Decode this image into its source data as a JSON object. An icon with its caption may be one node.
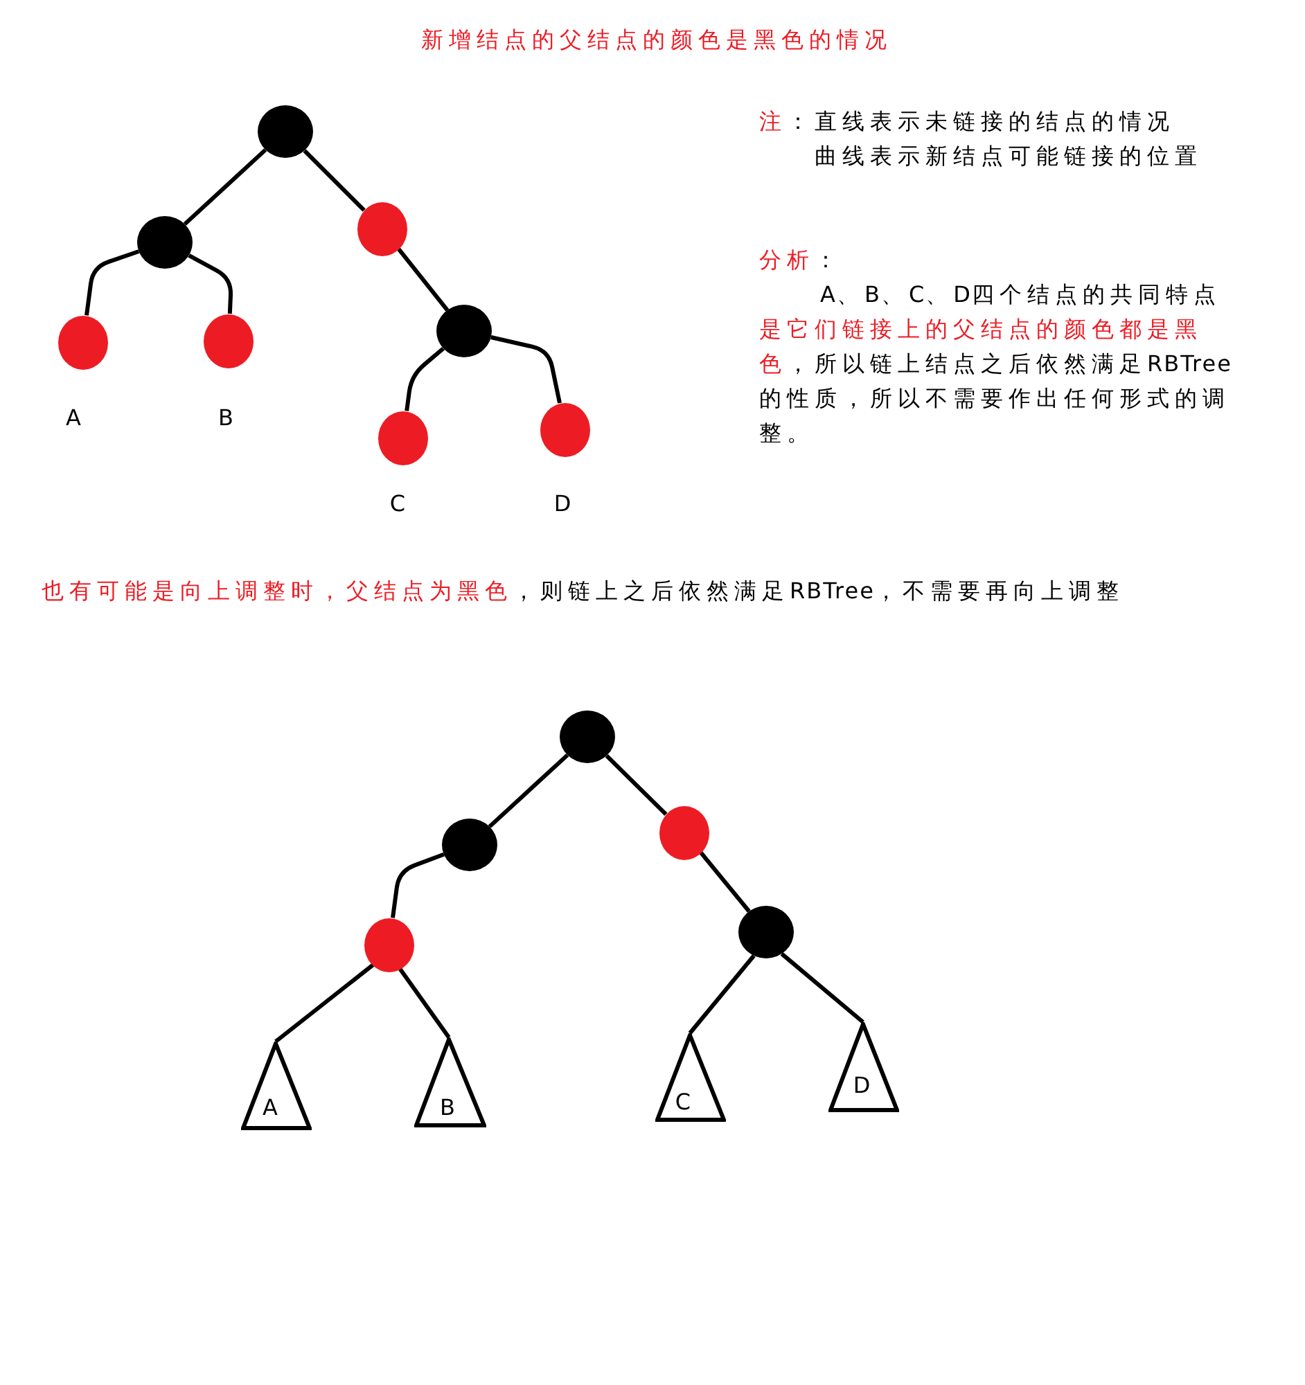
{
  "diagram": {
    "title": "新增结点的父结点的颜色是黑色的情况",
    "nodes": [
      {
        "text": [],
        "shape": "circle"
      },
      {
        "text": [],
        "shape": "circle"
      },
      {
        "text": [],
        "shape": "circle"
      },
      {
        "text": [],
        "shape": "circle",
        "beside": [
          "A"
        ]
      },
      {
        "text": [],
        "shape": "circle",
        "beside": [
          "B"
        ]
      },
      {
        "text": [],
        "shape": "circle"
      },
      {
        "text": [],
        "shape": "circle",
        "beside": [
          "C"
        ]
      },
      {
        "text": [],
        "shape": "circle",
        "beside": [
          "D"
        ]
      },
      {
        "text": [],
        "shape": "circle"
      },
      {
        "text": [],
        "shape": "circle"
      },
      {
        "text": [],
        "shape": "circle"
      },
      {
        "text": [],
        "shape": "circle"
      },
      {
        "text": [],
        "shape": "circle"
      },
      {
        "text": [
          "A"
        ]
      },
      {
        "text": [
          "B"
        ]
      },
      {
        "text": [
          "C"
        ]
      },
      {
        "text": [
          "D"
        ]
      }
    ],
    "edges": [
      {
        "from": 0,
        "to": 1,
        "arrow": "none"
      },
      {
        "from": 0,
        "to": 2,
        "arrow": "none"
      },
      {
        "from": 1,
        "to": 3,
        "arrow": "none"
      },
      {
        "from": 1,
        "to": 4,
        "arrow": "none"
      },
      {
        "from": 2,
        "to": 5,
        "arrow": "none"
      },
      {
        "from": 5,
        "to": 6,
        "arrow": "none"
      },
      {
        "from": 5,
        "to": 7,
        "arrow": "none"
      },
      {
        "from": 8,
        "to": 9,
        "arrow": "none"
      },
      {
        "from": 8,
        "to": 10,
        "arrow": "none"
      },
      {
        "from": 9,
        "to": 11,
        "arrow": "none"
      },
      {
        "from": 10,
        "to": 12,
        "arrow": "none"
      },
      {
        "from": 11,
        "to": 13,
        "arrow": "none"
      },
      {
        "from": 11,
        "to": 14,
        "arrow": "none"
      },
      {
        "from": 12,
        "to": 15,
        "arrow": "none"
      },
      {
        "from": 12,
        "to": 16,
        "arrow": "none"
      }
    ],
    "labels": [
      "注：直线表示未链接的结点的情况",
      "曲线表示新结点可能链接的位置",
      "分析：",
      "A、B、C、D四个结点的共同特点是它们链接上的父结点的颜色都是黑色，所以链上结点之后依然满足RBTree的性质，所以不需要作出任何形式的调整。",
      "也有可能是向上调整时，父结点为黑色，则链上之后依然满足RBTree，不需要再向上调整"
    ]
  }
}
